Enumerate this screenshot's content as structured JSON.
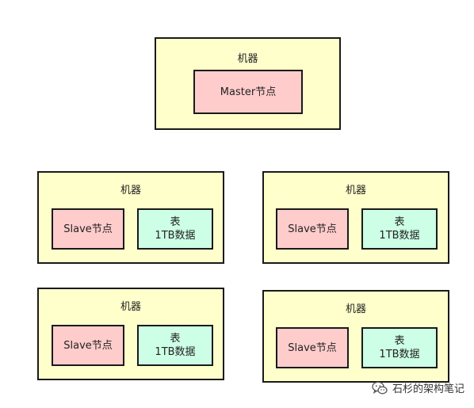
{
  "master_machine": {
    "label": "机器",
    "node_label": "Master节点"
  },
  "slave_machines": [
    {
      "label": "机器",
      "node_label": "Slave节点",
      "table_title": "表",
      "table_size": "1TB数据"
    },
    {
      "label": "机器",
      "node_label": "Slave节点",
      "table_title": "表",
      "table_size": "1TB数据"
    },
    {
      "label": "机器",
      "node_label": "Slave节点",
      "table_title": "表",
      "table_size": "1TB数据"
    },
    {
      "label": "机器",
      "node_label": "Slave节点",
      "table_title": "表",
      "table_size": "1TB数据"
    }
  ],
  "watermark": {
    "icon": "wechat-icon",
    "text": "石杉的架构笔记"
  },
  "colors": {
    "machine_fill": "#ffffcc",
    "node_fill": "#ffcccc",
    "table_fill": "#ccffe6",
    "border": "#1a1a1a"
  }
}
